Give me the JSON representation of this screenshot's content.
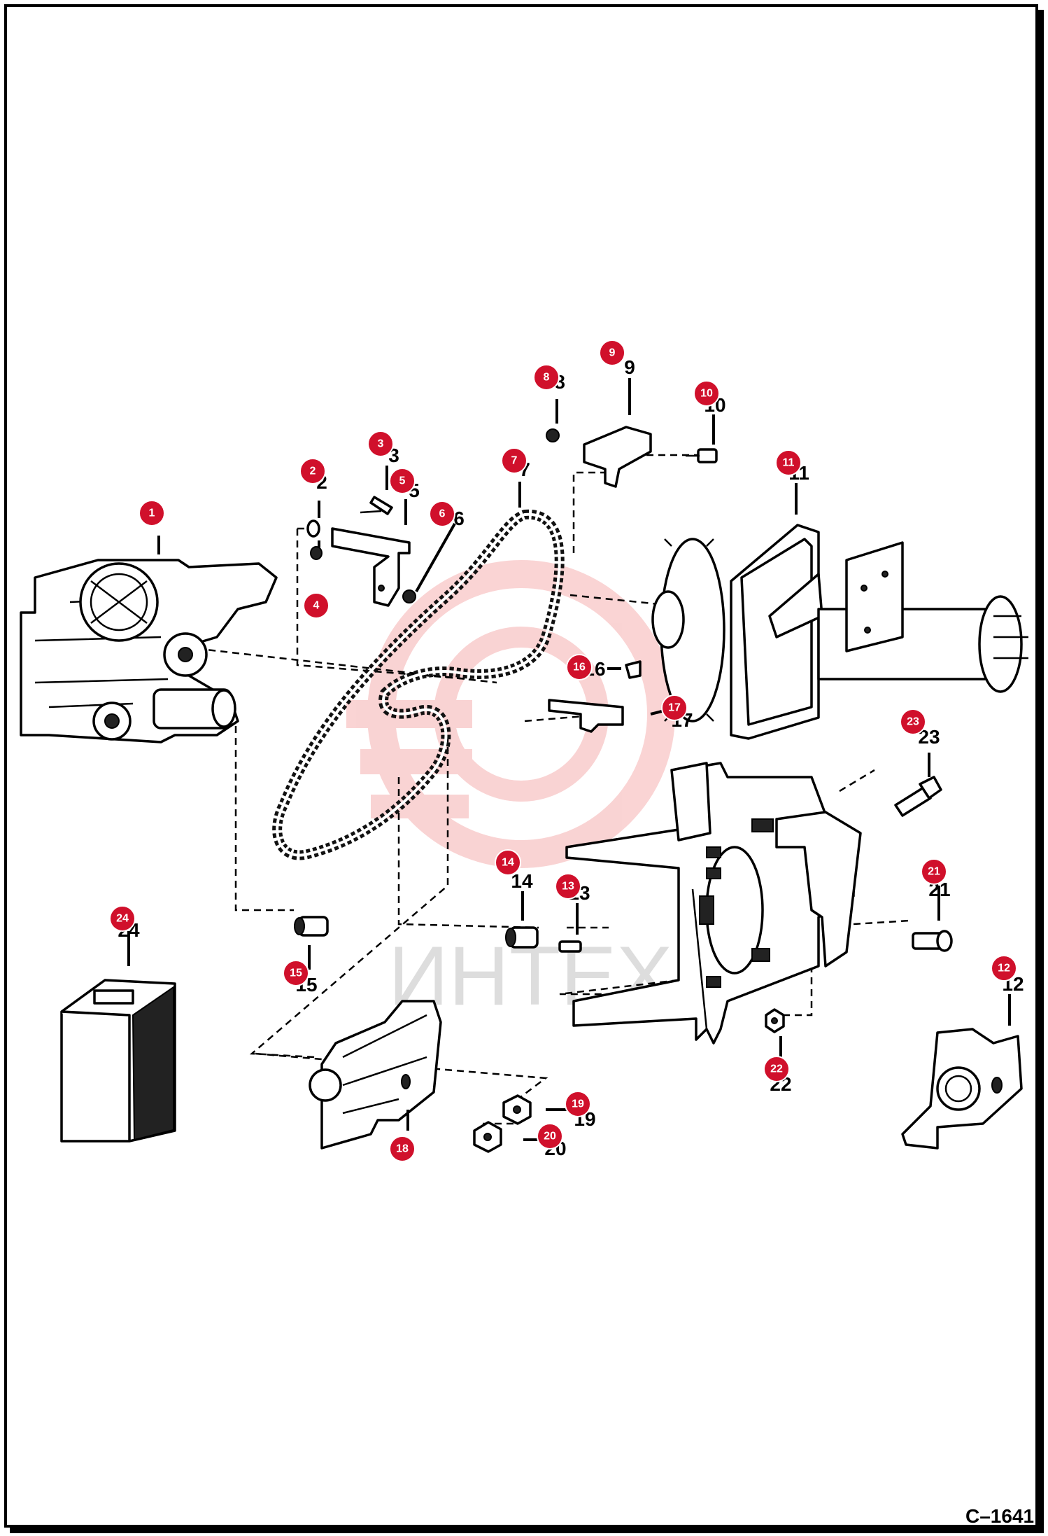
{
  "figure_code": "C–1641",
  "watermark": {
    "text": "ИНТЕХ",
    "color": "#e83a3a"
  },
  "callout_color": "#d0102b",
  "callouts": [
    {
      "n": "1",
      "label": ""
    },
    {
      "n": "2",
      "label": "2"
    },
    {
      "n": "3",
      "label": "3"
    },
    {
      "n": "4",
      "label": ""
    },
    {
      "n": "5",
      "label": "5"
    },
    {
      "n": "6",
      "label": "6"
    },
    {
      "n": "7",
      "label": "7"
    },
    {
      "n": "8",
      "label": "8"
    },
    {
      "n": "9",
      "label": "9"
    },
    {
      "n": "10",
      "label": "10"
    },
    {
      "n": "11",
      "label": "11"
    },
    {
      "n": "12",
      "label": "12"
    },
    {
      "n": "13",
      "label": "13"
    },
    {
      "n": "14",
      "label": "14"
    },
    {
      "n": "15",
      "label": "15"
    },
    {
      "n": "16",
      "label": "16"
    },
    {
      "n": "17",
      "label": "17"
    },
    {
      "n": "18",
      "label": ""
    },
    {
      "n": "19",
      "label": "19"
    },
    {
      "n": "20",
      "label": "20"
    },
    {
      "n": "21",
      "label": "21"
    },
    {
      "n": "22",
      "label": "22"
    },
    {
      "n": "23",
      "label": "23"
    },
    {
      "n": "24",
      "label": "24"
    }
  ]
}
